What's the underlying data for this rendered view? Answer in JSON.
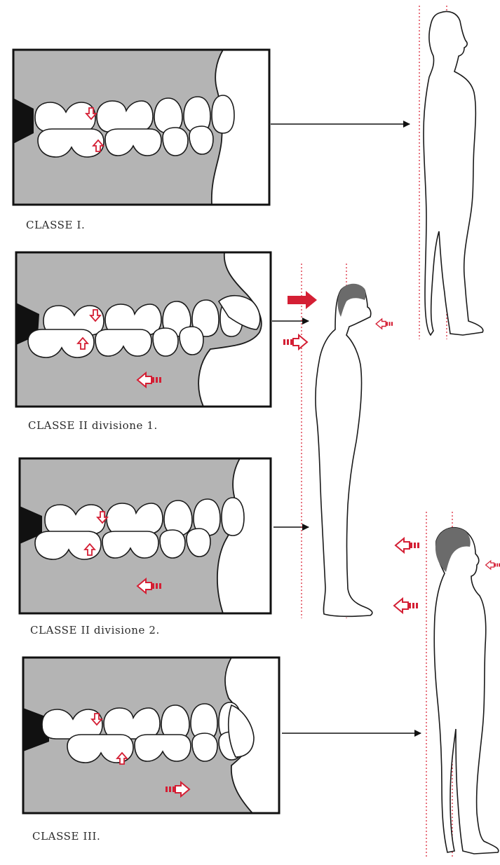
{
  "colors": {
    "panel_gray": "#b4b4b4",
    "frame": "#111111",
    "red_guide": "#d8192c",
    "red_arrow": "#d41f34",
    "ink": "#1a1a1a",
    "hair": "#6b6b6b"
  },
  "panels": [
    {
      "caption": "CLASSE I."
    },
    {
      "caption": "CLASSE II divisione 1."
    },
    {
      "caption": "CLASSE II divisione 2."
    },
    {
      "caption": "CLASSE III."
    }
  ]
}
